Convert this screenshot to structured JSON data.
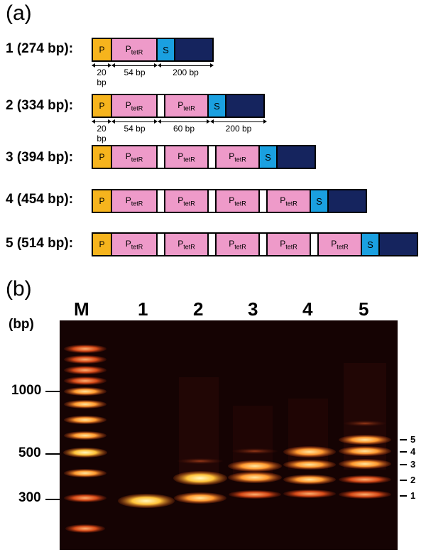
{
  "panel_a": {
    "label": "(a)",
    "rows": [
      {
        "label": "1 (274 bp):",
        "repeats": 1
      },
      {
        "label": "2 (334 bp):",
        "repeats": 2
      },
      {
        "label": "3 (394 bp):",
        "repeats": 3
      },
      {
        "label": "4 (454 bp):",
        "repeats": 4
      },
      {
        "label": "5 (514 bp):",
        "repeats": 5
      }
    ],
    "segment_labels": {
      "p": "P",
      "ptetr_main": "P",
      "ptetr_sub": "tetR",
      "s": "S"
    },
    "dims_row1": [
      "20 bp",
      "54 bp",
      "200 bp"
    ],
    "dims_row2": [
      "20 bp",
      "54 bp",
      "60 bp",
      "200 bp"
    ],
    "colors": {
      "p": "#f6b41d",
      "ptetr": "#ee9ac9",
      "s": "#1aa0e0",
      "tail": "#15245e"
    }
  },
  "panel_b": {
    "label": "(b)",
    "unit_label": "(bp)",
    "lanes": [
      "M",
      "1",
      "2",
      "3",
      "4",
      "5"
    ],
    "size_markers": [
      "1000",
      "500",
      "300"
    ],
    "band_numbers": [
      "5",
      "4",
      "3",
      "2",
      "1"
    ]
  }
}
